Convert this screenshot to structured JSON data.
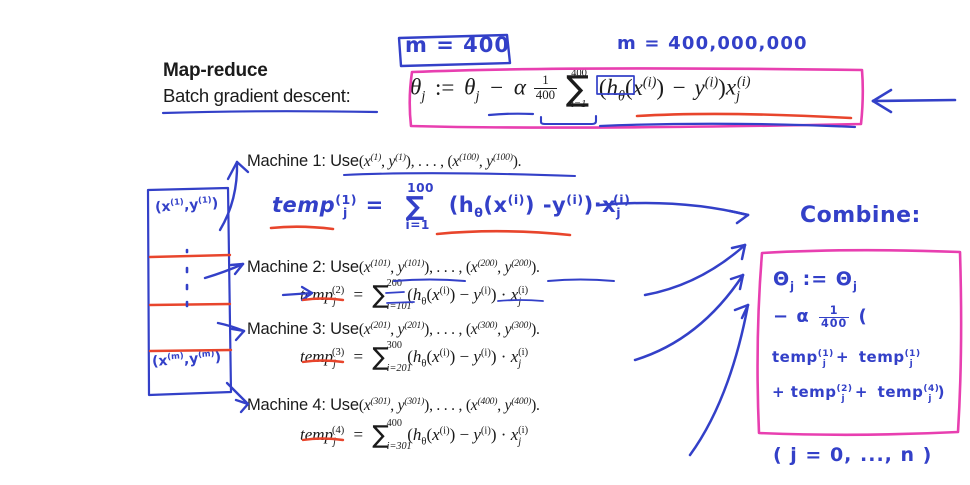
{
  "slide": {
    "title": "Map-reduce",
    "subtitle": "Batch gradient descent:",
    "background_color": "#ffffff"
  },
  "colors": {
    "ink_blue": "#3340c8",
    "ink_red": "#e8452c",
    "ink_magenta": "#e83fb0",
    "text_black": "#1b1b1b"
  },
  "main_equation": {
    "theta_lhs": "θ",
    "sub_j": "j",
    "assign": ":=",
    "minus": "−",
    "alpha": "α",
    "fraction_numerator": "1",
    "fraction_denominator": "400",
    "sum_symbol": "∑",
    "sum_upper": "400",
    "sum_lower": "i=1",
    "body": "(hθ(x(i)) − y(i)) xj(i)",
    "full_text": "θj := θj − α (1/400) ∑(i=1 to 400) (hθ(x^(i)) − y^(i)) x_j^(i)"
  },
  "annotations": {
    "m_small": "m = 400",
    "m_large": "m = 400,000,000"
  },
  "data_block": {
    "top_label": "(x(1), y(1))",
    "bottom_label": "(x(m), y(m))",
    "divider_count": 3
  },
  "machines": [
    {
      "label": "Machine 1: Use",
      "range_first_x": "x(1)",
      "range_first_y": "y(1)",
      "range_last_x": "x(100)",
      "range_last_y": "y(100)",
      "temp_index": "(1)",
      "sum_upper": "100",
      "sum_lower": "i=1",
      "handwritten": true,
      "equation_text": "temp_j^(1) = ∑(i=1 to 100) (hθ(x^(i)) − y^(i)) · x_j^(i)"
    },
    {
      "label": "Machine 2: Use",
      "range_first_x": "x(101)",
      "range_first_y": "y(101)",
      "range_last_x": "x(200)",
      "range_last_y": "y(200)",
      "temp_index": "(2)",
      "sum_upper": "200",
      "sum_lower": "i=101",
      "handwritten": false,
      "equation_text": "temp_j^(2) = ∑(i=101 to 200) (hθ(x^(i)) − y^(i)) · x_j^(i)"
    },
    {
      "label": "Machine 3: Use",
      "range_first_x": "x(201)",
      "range_first_y": "y(201)",
      "range_last_x": "x(300)",
      "range_last_y": "y(300)",
      "temp_index": "(3)",
      "sum_upper": "300",
      "sum_lower": "i=201",
      "handwritten": false,
      "equation_text": "temp_j^(3) = ∑(i=201 to 300) (hθ(x^(i)) − y^(i)) · x_j^(i)"
    },
    {
      "label": "Machine 4: Use",
      "range_first_x": "x(301)",
      "range_first_y": "y(301)",
      "range_last_x": "x(400)",
      "range_last_y": "y(400)",
      "temp_index": "(4)",
      "sum_upper": "400",
      "sum_lower": "i=301",
      "handwritten": false,
      "equation_text": "temp_j^(4) = ∑(i=301 to 400) (hθ(x^(i)) − y^(i)) · x_j^(i)"
    }
  ],
  "combine": {
    "heading": "Combine:",
    "line1": "Θj := Θj",
    "line2_minus": "−",
    "line2_alpha": "α",
    "line2_num": "1",
    "line2_den": "400",
    "line2_paren": "(",
    "line3": "temp_j^(1) + temp_j^(1)",
    "line4": "+ temp_j^(2) + temp_j^(4) )",
    "footer": "( j = 0, ..., n )",
    "full_text": "Θj := Θj − α (1/400) ( temp_j^(1) + temp_j^(1) + temp_j^(2) + temp_j^(4) )"
  }
}
